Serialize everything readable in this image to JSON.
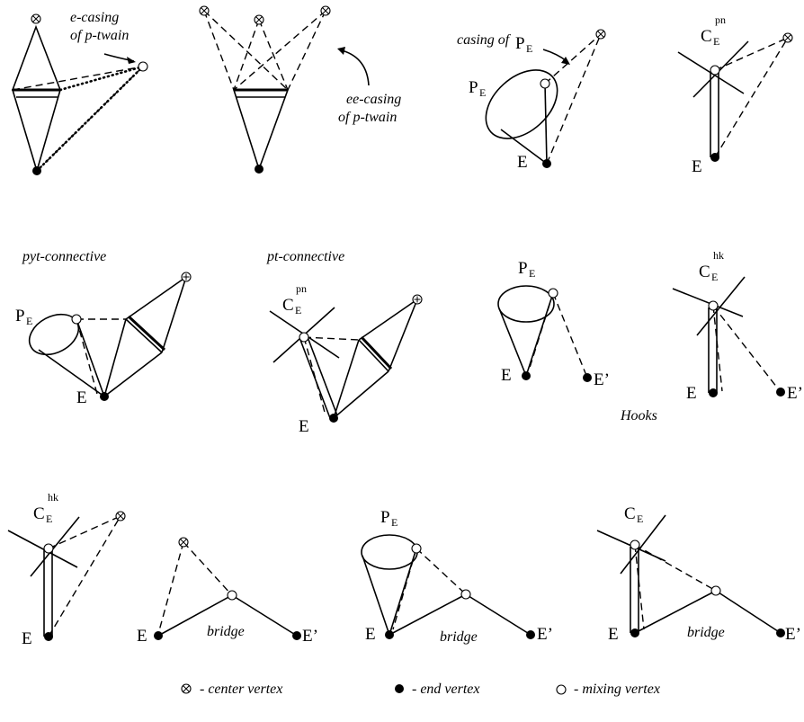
{
  "labels": {
    "e_casing_line1": "e-casing",
    "e_casing_line2": "of p-twain",
    "ee_casing_line1": "ee-casing",
    "ee_casing_line2": "of p-twain",
    "casing_of": "casing of",
    "pyt_connective": "pyt-connective",
    "pt_connective": "pt-connective",
    "hooks": "Hooks",
    "bridge": "bridge",
    "E": "E",
    "E_prime": "E’",
    "P": "P",
    "C": "C",
    "sub_E": "E",
    "sup_pn": "pn",
    "sup_hk": "hk"
  },
  "legend": {
    "center_symbol": "⊗",
    "center_text": "- center vertex",
    "end_symbol": "●",
    "end_text": "- end vertex",
    "mixing_symbol": "○",
    "mixing_text": "- mixing vertex"
  }
}
